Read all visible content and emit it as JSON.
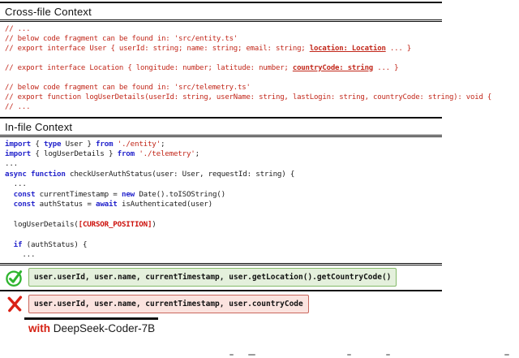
{
  "colors": {
    "comment": "#c2271a",
    "keyword": "#2525cc",
    "string": "#c2271a",
    "cursor": "#cc0f0a",
    "correct_bg": "#e4f0dc",
    "correct_border": "#84b968",
    "incorrect_bg": "#fbe3df",
    "incorrect_border": "#ca675d",
    "check_icon": "#2eb52e",
    "x_icon": "#da2115",
    "with_red": "#d52012"
  },
  "figure": {
    "crossfile": {
      "title": "Cross-file Context",
      "lines": [
        [
          {
            "t": "// ...",
            "c": "cm"
          }
        ],
        [
          {
            "t": "// below code fragment can be found in: 'src/entity.ts'",
            "c": "cm"
          }
        ],
        [
          {
            "t": "// export interface User { userId: string; name: string; email: string; ",
            "c": "cm"
          },
          {
            "t": "location: Location",
            "c": "cm bu"
          },
          {
            "t": " ... }",
            "c": "cm"
          }
        ],
        [],
        [
          {
            "t": "// export interface Location { longitude: number; latitude: number; ",
            "c": "cm"
          },
          {
            "t": "countryCode: string",
            "c": "cm bu"
          },
          {
            "t": " ... }",
            "c": "cm"
          }
        ],
        [],
        [
          {
            "t": "// below code fragment can be found in: 'src/telemetry.ts'",
            "c": "cm"
          }
        ],
        [
          {
            "t": "// export function logUserDetails(userId: string, userName: string, lastLogin: string, countryCode: string): void {",
            "c": "cm"
          }
        ],
        [
          {
            "t": "// ...",
            "c": "cm"
          }
        ]
      ]
    },
    "infile": {
      "title": "In-file Context",
      "lines": [
        [
          {
            "t": "import",
            "c": "kw"
          },
          {
            "t": " { "
          },
          {
            "t": "type",
            "c": "kw"
          },
          {
            "t": " User } "
          },
          {
            "t": "from",
            "c": "kw"
          },
          {
            "t": " "
          },
          {
            "t": "'./entity'",
            "c": "st"
          },
          {
            "t": ";"
          }
        ],
        [
          {
            "t": "import",
            "c": "kw"
          },
          {
            "t": " { logUserDetails } "
          },
          {
            "t": "from",
            "c": "kw"
          },
          {
            "t": " "
          },
          {
            "t": "'./telemetry'",
            "c": "st"
          },
          {
            "t": ";"
          }
        ],
        [
          {
            "t": "..."
          }
        ],
        [
          {
            "t": "async",
            "c": "kw"
          },
          {
            "t": " "
          },
          {
            "t": "function",
            "c": "kw"
          },
          {
            "t": " checkUserAuthStatus(user: User, requestId: string) {"
          }
        ],
        [
          {
            "t": "  ..."
          }
        ],
        [
          {
            "t": "  "
          },
          {
            "t": "const",
            "c": "kw"
          },
          {
            "t": " currentTimestamp = "
          },
          {
            "t": "new",
            "c": "kw"
          },
          {
            "t": " Date().toISOString()"
          }
        ],
        [
          {
            "t": "  "
          },
          {
            "t": "const",
            "c": "kw"
          },
          {
            "t": " authStatus = "
          },
          {
            "t": "await",
            "c": "kw"
          },
          {
            "t": " isAuthenticated(user)"
          }
        ],
        [],
        [
          {
            "t": "  logUserDetails("
          },
          {
            "t": "[CURSOR_POSITION]",
            "c": "cur"
          },
          {
            "t": ")"
          }
        ],
        [],
        [
          {
            "t": "  "
          },
          {
            "t": "if",
            "c": "kw"
          },
          {
            "t": " (authStatus) {"
          }
        ],
        [
          {
            "t": "    ..."
          }
        ]
      ]
    },
    "results": [
      {
        "kind": "correct",
        "icon": "check-circle-icon",
        "code": "user.userId, user.name, currentTimestamp, user.getLocation().getCountryCode()"
      },
      {
        "kind": "incorrect",
        "icon": "x-mark-icon",
        "code": "user.userId, user.name, currentTimestamp, user.countryCode"
      }
    ],
    "footer": {
      "with_label": "with",
      "model_name": "DeepSeek-Coder-7B"
    }
  }
}
